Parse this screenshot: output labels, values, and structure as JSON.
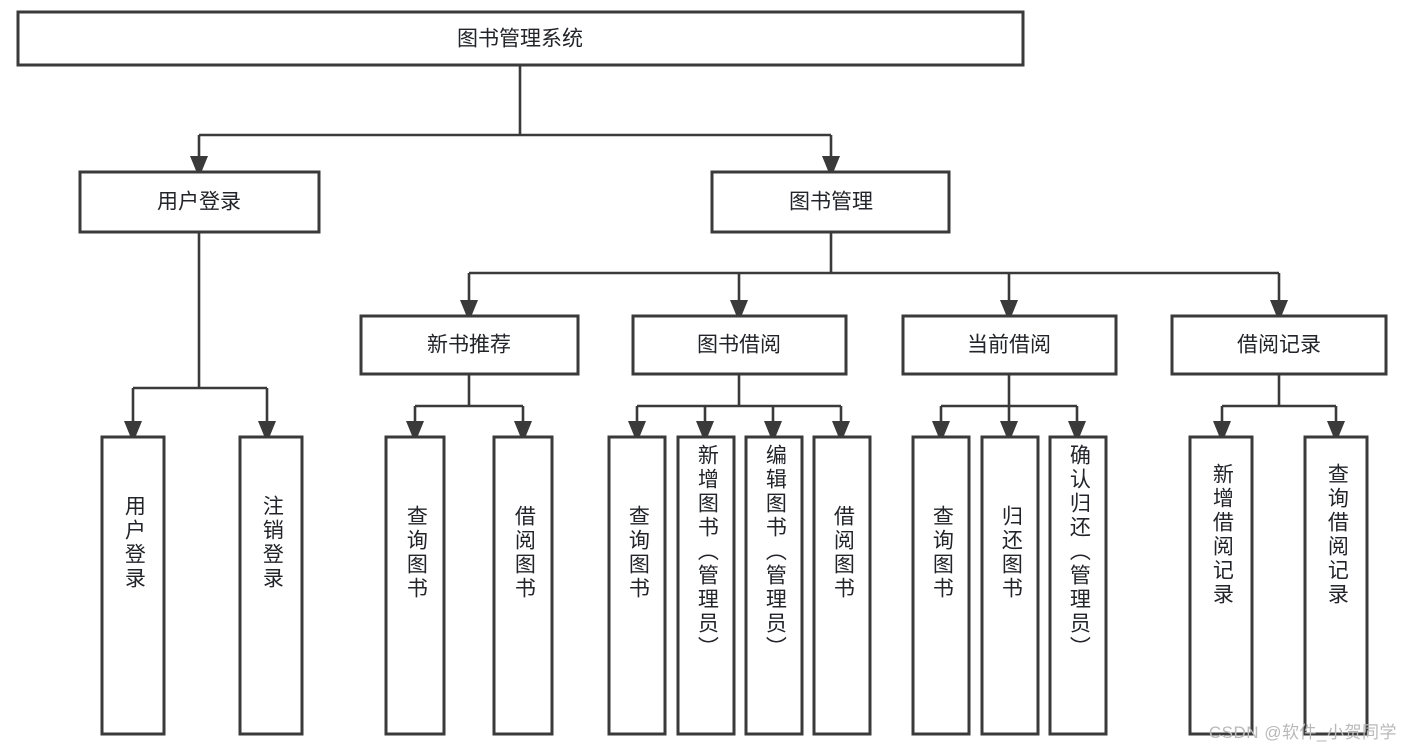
{
  "diagram": {
    "title": "图书管理系统",
    "type": "hierarchy-tree",
    "orientation": "top-down",
    "colors": {
      "background": "#ffffff",
      "box_fill": "#ffffff",
      "box_stroke": "#3a3a3a",
      "connector": "#3a3a3a",
      "text": "#22242a",
      "watermark": "#b9b9b9"
    },
    "root": {
      "id": "root",
      "label": "图书管理系统",
      "level": 1
    },
    "level2": [
      {
        "id": "user-login",
        "label": "用户登录"
      },
      {
        "id": "book-management",
        "label": "图书管理"
      }
    ],
    "level3": [
      {
        "id": "new-book-recommend",
        "label": "新书推荐",
        "parent": "book-management"
      },
      {
        "id": "book-borrow",
        "label": "图书借阅",
        "parent": "book-management"
      },
      {
        "id": "current-borrow",
        "label": "当前借阅",
        "parent": "book-management"
      },
      {
        "id": "borrow-record",
        "label": "借阅记录",
        "parent": "book-management"
      }
    ],
    "leaves": [
      {
        "id": "leaf-user-login",
        "label": "用户登录",
        "parent": "user-login"
      },
      {
        "id": "leaf-logout-login",
        "label": "注销登录",
        "parent": "user-login"
      },
      {
        "id": "leaf-query-book-1",
        "label": "查询图书",
        "parent": "new-book-recommend"
      },
      {
        "id": "leaf-borrow-book-1",
        "label": "借阅图书",
        "parent": "new-book-recommend"
      },
      {
        "id": "leaf-query-book-2",
        "label": "查询图书",
        "parent": "book-borrow"
      },
      {
        "id": "leaf-add-book",
        "label": "新增图书（管理员）",
        "parent": "book-borrow"
      },
      {
        "id": "leaf-edit-book",
        "label": "编辑图书（管理员）",
        "parent": "book-borrow"
      },
      {
        "id": "leaf-borrow-book-2",
        "label": "借阅图书",
        "parent": "book-borrow"
      },
      {
        "id": "leaf-query-book-3",
        "label": "查询图书",
        "parent": "current-borrow"
      },
      {
        "id": "leaf-return-book",
        "label": "归还图书",
        "parent": "current-borrow"
      },
      {
        "id": "leaf-confirm-return",
        "label": "确认归还（管理员）",
        "parent": "current-borrow"
      },
      {
        "id": "leaf-add-record",
        "label": "新增借阅记录",
        "parent": "borrow-record"
      },
      {
        "id": "leaf-query-record",
        "label": "查询借阅记录",
        "parent": "borrow-record"
      }
    ]
  },
  "watermark": {
    "text": "CSDN @软件_小贺同学"
  }
}
